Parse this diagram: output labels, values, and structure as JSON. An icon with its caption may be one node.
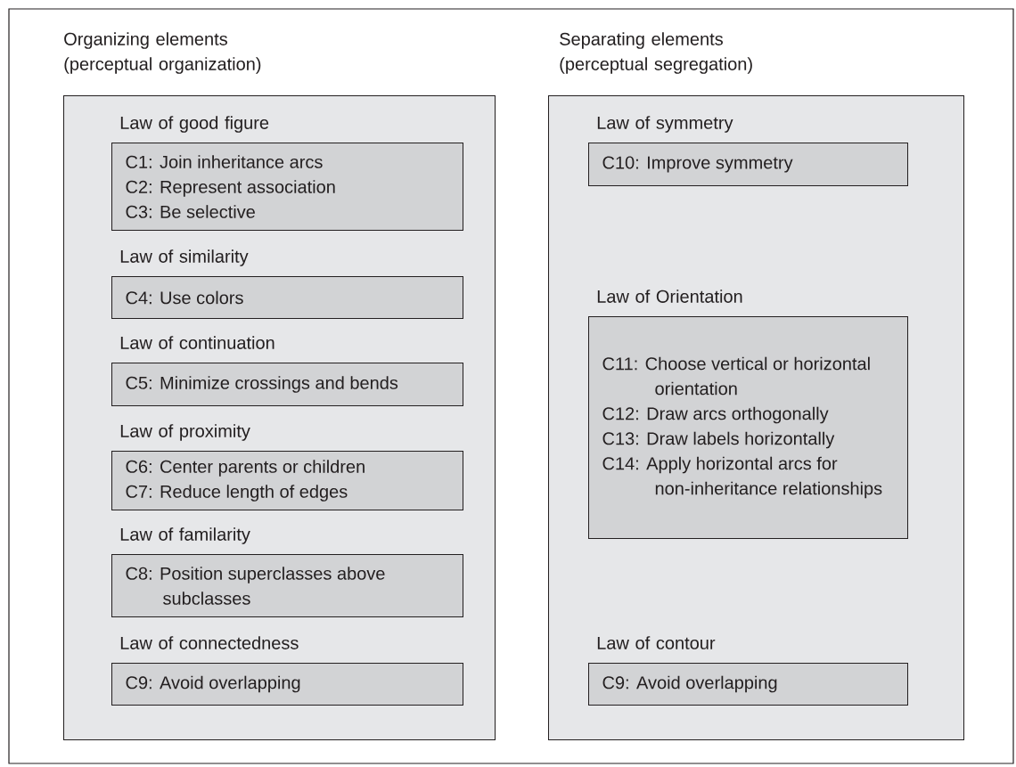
{
  "diagram": {
    "nodes": [
      {
        "text": [
          "Organizing elements (perceptual organization)"
        ]
      },
      {
        "text": [
          "Law of good figure",
          "C1: Join inheritance arcs",
          "C2: Represent association",
          "C3: Be selective"
        ],
        "in": 0
      },
      {
        "text": [
          "Law of similarity",
          "C4: Use colors"
        ],
        "in": 0
      },
      {
        "text": [
          "Law of continuation",
          "C5: Minimize crossings and bends"
        ],
        "in": 0
      },
      {
        "text": [
          "Law of proximity",
          "C6: Center parents or children",
          "C7: Reduce length of edges"
        ],
        "in": 0
      },
      {
        "text": [
          "Law of familarity",
          "C8: Position superclasses above subclasses"
        ],
        "in": 0
      },
      {
        "text": [
          "Law of connectedness",
          "C9: Avoid overlapping"
        ],
        "in": 0
      },
      {
        "text": [
          "Separating elements (perceptual segregation)"
        ]
      },
      {
        "text": [
          "Law of symmetry",
          "C10: Improve symmetry"
        ],
        "in": 7
      },
      {
        "text": [
          "Law of Orientation",
          "C11: Choose vertical or horizontal orientation",
          "C12: Draw arcs orthogonally",
          "C13: Draw labels horizontally",
          "C14: Apply horizontal arcs for non-inheritance relationships"
        ],
        "in": 7
      },
      {
        "text": [
          "Law of contour",
          "C9: Avoid overlapping"
        ],
        "in": 7
      }
    ]
  }
}
